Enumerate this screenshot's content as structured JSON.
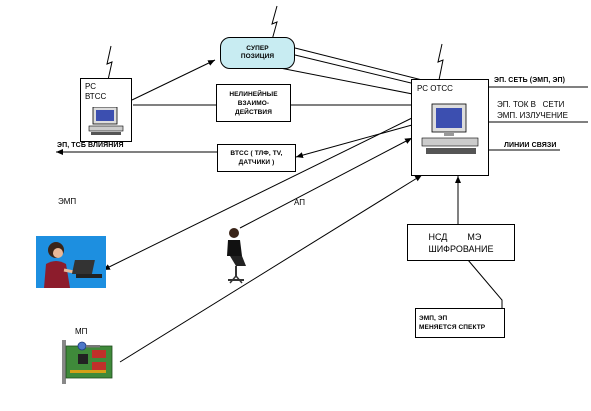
{
  "labels": {
    "super_position": "СУПЕР\nПОЗИЦИЯ",
    "rs_vtss": "РС\nВТСС",
    "rs_otss": "РС ОТСС",
    "nonlinear": "НЕЛИНЕЙНЫЕ\nВЗАИМО-\nДЕЙСТВИЯ",
    "vtss_box": "ВТСС ( ТЛФ, TV,\nДАТЧИКИ )",
    "ep_tsb": "ЭП, ТСБ ВЛИЯНИЯ",
    "ep_set": "ЭП. СЕТЬ (ЭМП, ЭП)",
    "ep_tok": "ЭП. ТОК В   СЕТИ\nЭМП. ИЗЛУЧЕНИЕ",
    "linii_svyazi": "ЛИНИИ СВЯЗИ",
    "emp": "ЭМП",
    "ap": "АП",
    "mp": "МП",
    "nsd_box": "НСД        МЭ\nШИФРОВАНИЕ",
    "spectr_box": "ЭМП, ЭП\nМЕНЯЕТСЯ СПЕКТР"
  },
  "colors": {
    "super_fill": "#c8ecf2",
    "line": "#000000",
    "monitor_screen": "#3c4fb0",
    "card_green": "#3f8a3a",
    "chip_red": "#c0302a",
    "operator_blue": "#1d8fe0",
    "operator_shirt": "#8c1c2c"
  },
  "icons": [
    "antenna-icon",
    "computer-icon",
    "person-on-chair-icon",
    "operator-at-laptop-icon",
    "circuit-card-icon",
    "key-icon"
  ]
}
